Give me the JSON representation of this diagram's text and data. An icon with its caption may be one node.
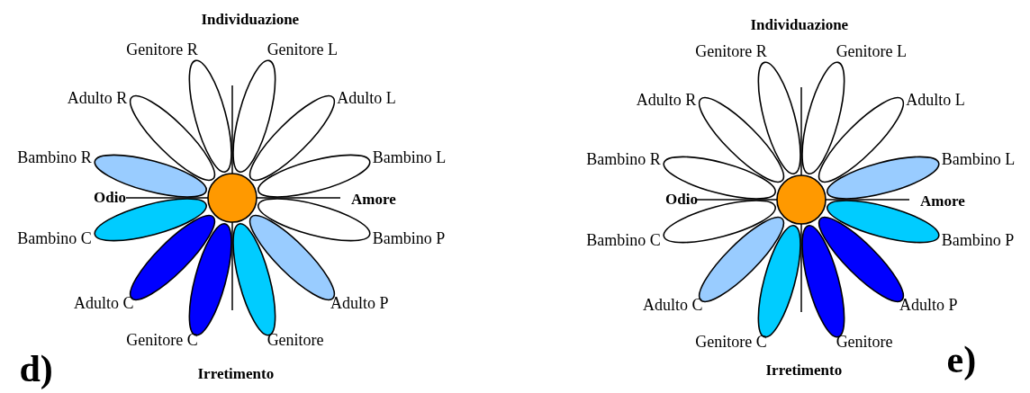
{
  "diagram": {
    "nodes": [
      {
        "text": [],
        "shape": "ellipse",
        "beside": [
          "Genitore R"
        ]
      },
      {
        "text": [],
        "shape": "ellipse",
        "beside": [
          "Genitore L"
        ]
      },
      {
        "text": [],
        "shape": "ellipse",
        "beside": [
          "Adulto R"
        ]
      },
      {
        "text": [],
        "shape": "ellipse",
        "beside": [
          "Adulto L"
        ]
      },
      {
        "text": [],
        "shape": "ellipse",
        "beside": [
          "Bambino R"
        ]
      },
      {
        "text": [],
        "shape": "ellipse",
        "beside": [
          "Bambino L"
        ]
      },
      {
        "text": [],
        "shape": "ellipse",
        "beside": [
          "Bambino C"
        ]
      },
      {
        "text": [],
        "shape": "ellipse",
        "beside": [
          "Bambino P"
        ]
      },
      {
        "text": [],
        "shape": "ellipse",
        "beside": [
          "Adulto C"
        ]
      },
      {
        "text": [],
        "shape": "ellipse",
        "beside": [
          "Adulto P"
        ]
      },
      {
        "text": [],
        "shape": "ellipse",
        "beside": [
          "Genitore C"
        ]
      },
      {
        "text": [],
        "shape": "ellipse",
        "beside": [
          "Genitore"
        ]
      },
      {
        "text": [],
        "shape": "ellipse",
        "beside": [
          "Genitore R"
        ]
      },
      {
        "text": [],
        "shape": "ellipse",
        "beside": [
          "Genitore L"
        ]
      },
      {
        "text": [],
        "shape": "ellipse",
        "beside": [
          "Adulto R"
        ]
      },
      {
        "text": [],
        "shape": "ellipse",
        "beside": [
          "Adulto L"
        ]
      },
      {
        "text": [],
        "shape": "ellipse",
        "beside": [
          "Bambino R"
        ]
      },
      {
        "text": [],
        "shape": "ellipse",
        "beside": [
          "Bambino L"
        ]
      },
      {
        "text": [],
        "shape": "ellipse",
        "beside": [
          "Bambino C"
        ]
      },
      {
        "text": [],
        "shape": "ellipse",
        "beside": [
          "Bambino P"
        ]
      },
      {
        "text": [],
        "shape": "ellipse",
        "beside": [
          "Adulto C"
        ]
      },
      {
        "text": [],
        "shape": "ellipse",
        "beside": [
          "Adulto P"
        ]
      },
      {
        "text": [],
        "shape": "ellipse",
        "beside": [
          "Genitore C"
        ]
      },
      {
        "text": [],
        "shape": "ellipse",
        "beside": [
          "Genitore"
        ]
      }
    ],
    "edges": [],
    "labels": [
      "Individuazione",
      "Odio",
      "Amore",
      "Irretimento",
      "d)",
      "Individuazione",
      "Odio",
      "Amore",
      "Irretimento",
      "e)"
    ]
  }
}
